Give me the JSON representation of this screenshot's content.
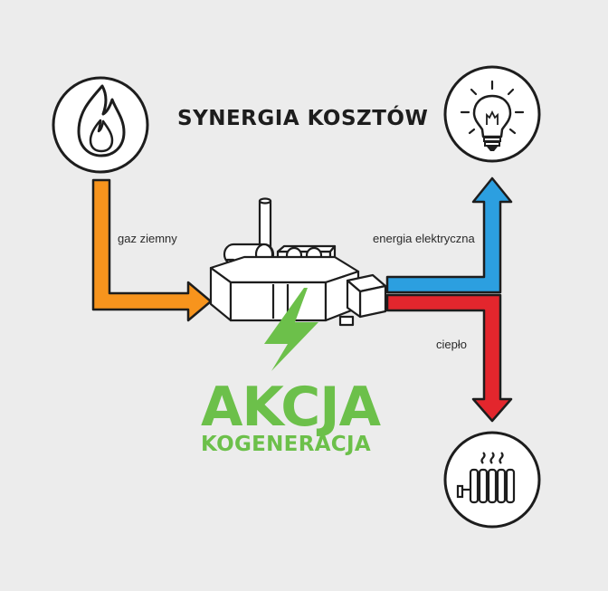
{
  "title": "SYNERGIA KOSZTÓW",
  "brand": {
    "line1": "AKCJA",
    "line2": "KOGENERACJA"
  },
  "flows": {
    "gas": "gaz ziemny",
    "electricity": "energia elektryczna",
    "heat": "ciepło"
  },
  "colors": {
    "background": "#ececec",
    "gas": "#f7941d",
    "electricity": "#2c9fe0",
    "heat": "#e3262d",
    "brand_green": "#6cc04a",
    "outline": "#1d1d1d"
  },
  "icons": {
    "source": "flame-icon",
    "electricity_output": "lightbulb-icon",
    "heat_output": "radiator-icon",
    "generator": "cogeneration-unit-icon",
    "energy": "lightning-bolt-icon"
  }
}
